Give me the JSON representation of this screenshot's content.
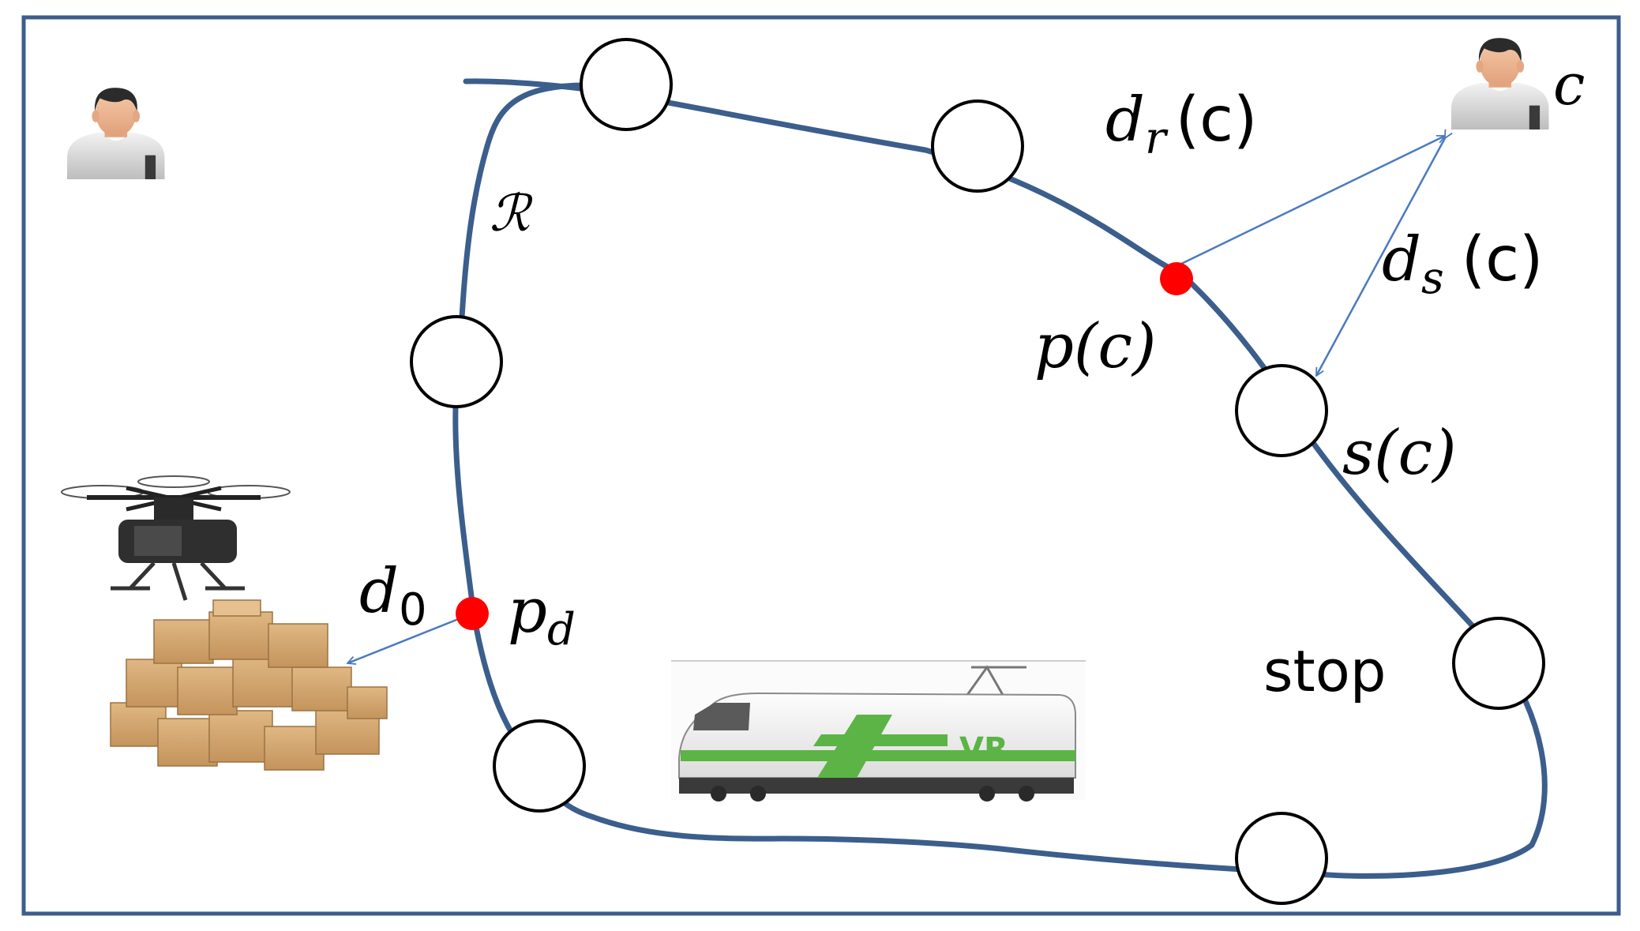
{
  "labels": {
    "route": "ℛ",
    "c": "c",
    "dr_main": "d",
    "dr_sub": "r",
    "dr_arg": "(c)",
    "ds_main": "d",
    "ds_sub": "s",
    "ds_arg": "(c)",
    "pc": "p(c)",
    "sc": "s(c)",
    "d0_main": "d",
    "d0_sub": "0",
    "pd_main": "p",
    "pd_sub": "d",
    "stop": "stop",
    "train_logo": "VR"
  },
  "colors": {
    "route": "#3b5e8c",
    "arrow": "#4a7abf",
    "point": "#ff0000",
    "frame": "#3b5e8c",
    "train_green": "#5bb445"
  },
  "icons": [
    "person-icon",
    "drone-icon",
    "parcels-icon",
    "train-icon"
  ]
}
